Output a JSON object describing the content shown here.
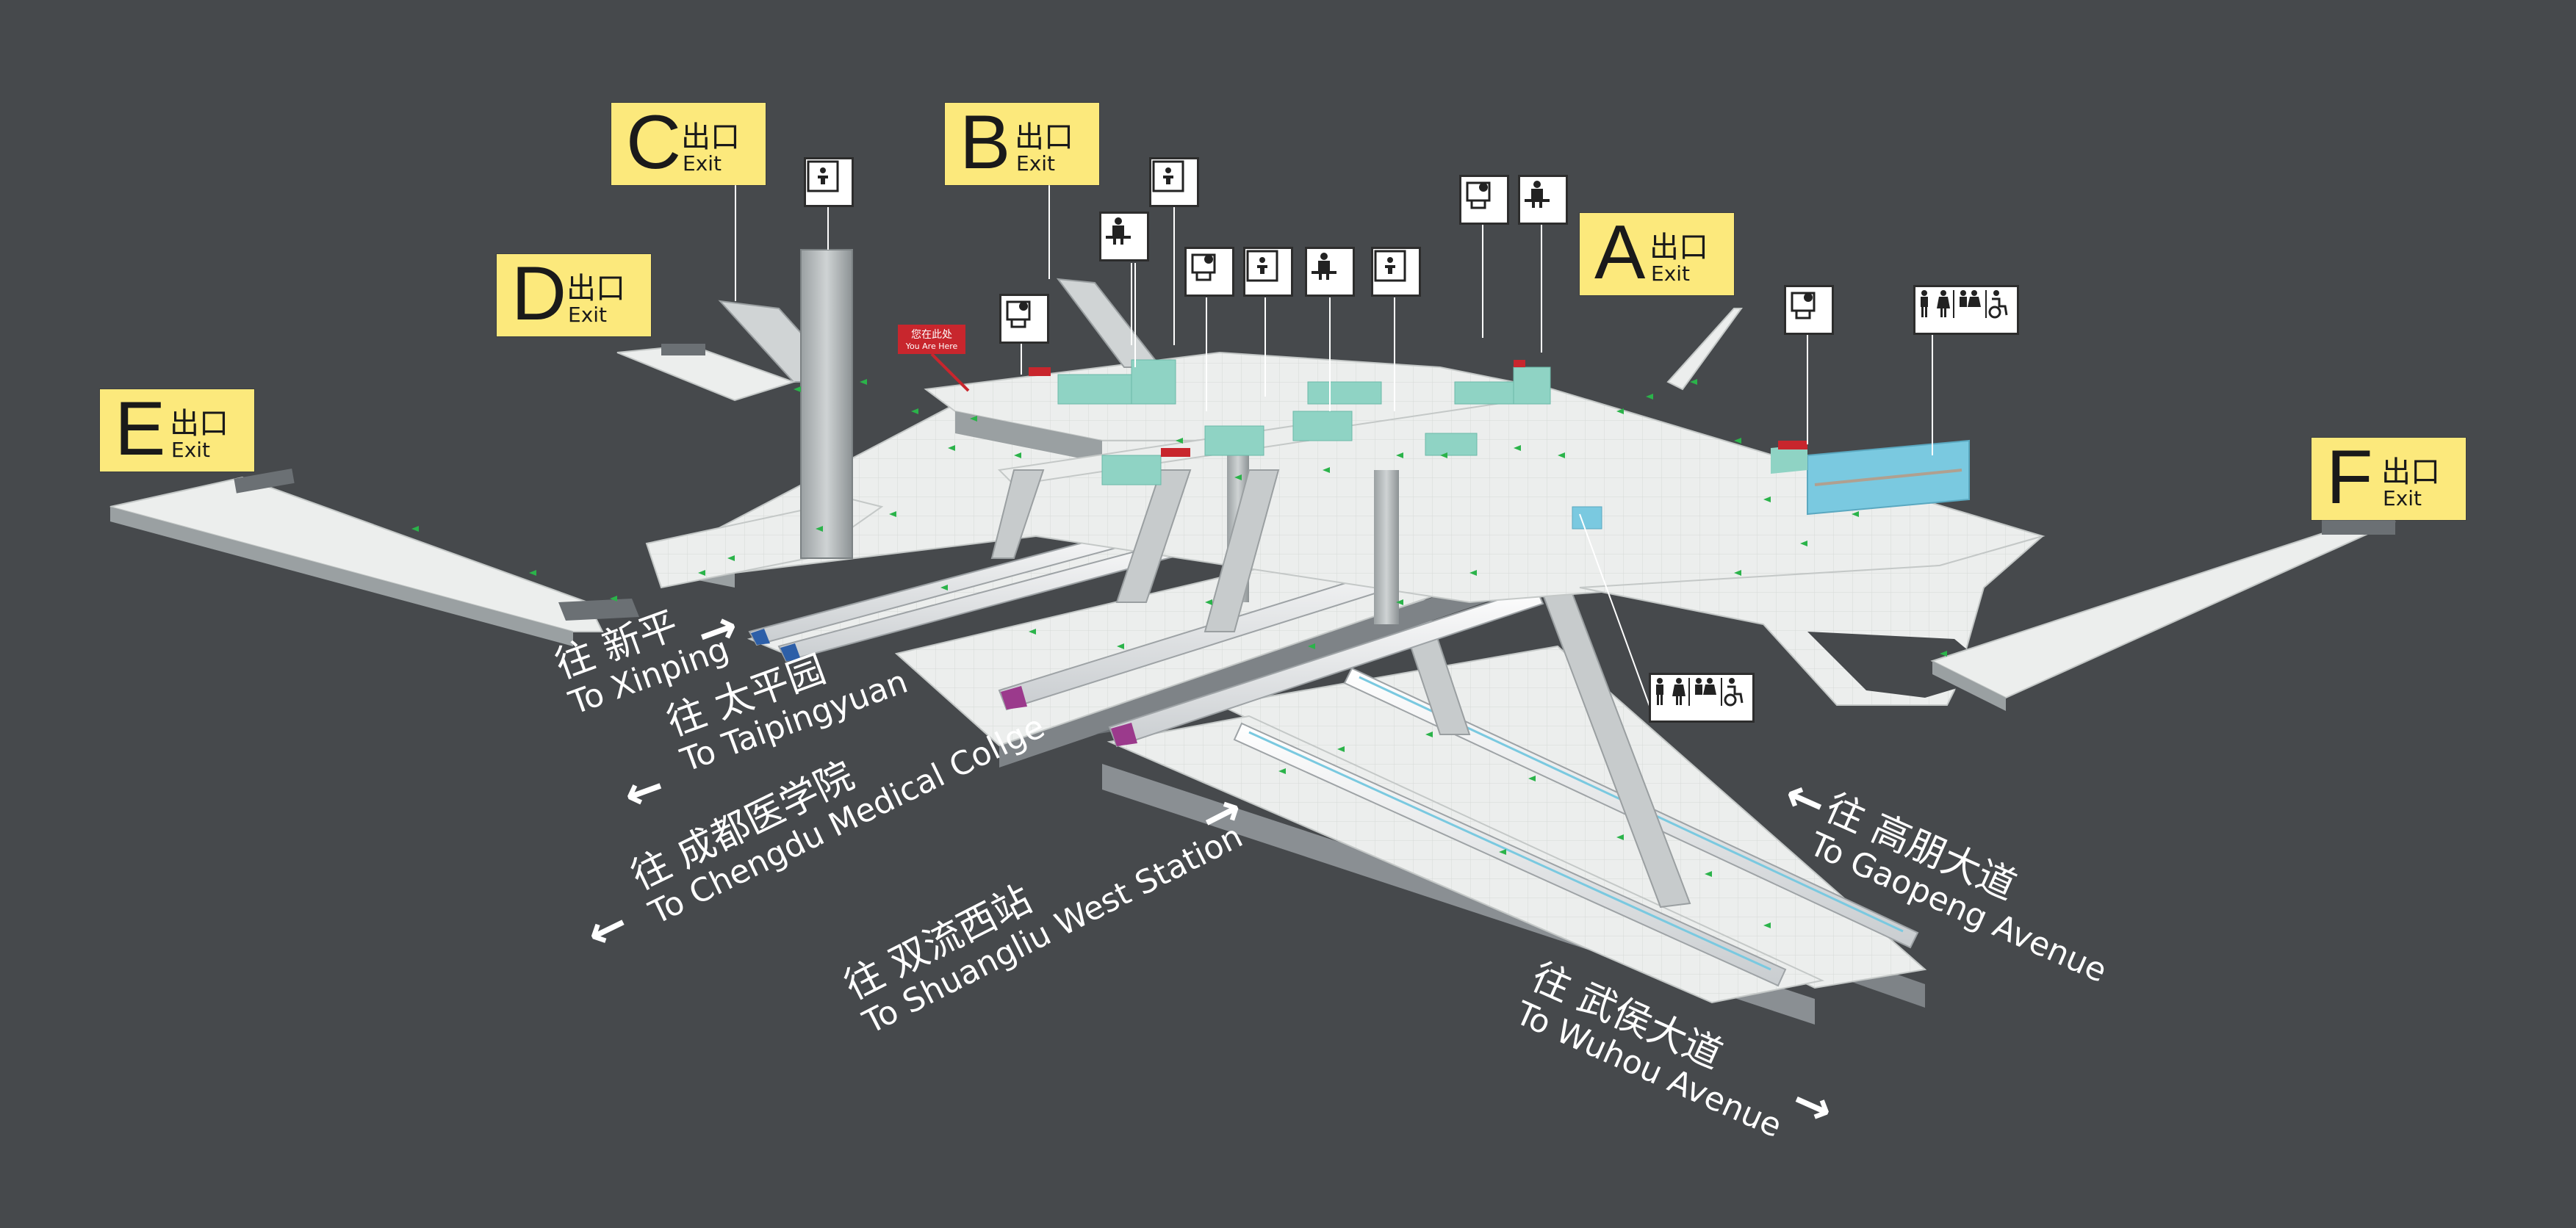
{
  "exits": [
    {
      "id": "A",
      "letter": "A",
      "zh": "出口",
      "en": "Exit"
    },
    {
      "id": "B",
      "letter": "B",
      "zh": "出口",
      "en": "Exit"
    },
    {
      "id": "C",
      "letter": "C",
      "zh": "出口",
      "en": "Exit"
    },
    {
      "id": "D",
      "letter": "D",
      "zh": "出口",
      "en": "Exit"
    },
    {
      "id": "E",
      "letter": "E",
      "zh": "出口",
      "en": "Exit"
    },
    {
      "id": "F",
      "letter": "F",
      "zh": "出口",
      "en": "Exit"
    }
  ],
  "you_are_here": {
    "zh": "您在此处",
    "en": "You Are Here"
  },
  "directions": [
    {
      "id": "xinping",
      "zh": "往 新平",
      "en": "To Xinping"
    },
    {
      "id": "taipingyuan",
      "zh": "往 太平园",
      "en": "To Taipingyuan"
    },
    {
      "id": "chengdu_medical",
      "zh": "往 成都医学院",
      "en": "To Chengdu Medical Collge"
    },
    {
      "id": "shuangliu_west",
      "zh": "往 双流西站",
      "en": "To Shuangliu West Station"
    },
    {
      "id": "gaopeng",
      "zh": "往 高朋大道",
      "en": "To Gaopeng Avenue"
    },
    {
      "id": "wuhou",
      "zh": "往 武侯大道",
      "en": "To Wuhou Avenue"
    }
  ],
  "icons": [
    {
      "name": "elevator-icon"
    },
    {
      "name": "elevator-icon"
    },
    {
      "name": "elevator-icon"
    },
    {
      "name": "elevator-icon"
    },
    {
      "name": "ticket-machine-icon"
    },
    {
      "name": "ticket-machine-icon"
    },
    {
      "name": "ticket-machine-icon"
    },
    {
      "name": "ticket-machine-icon"
    },
    {
      "name": "service-center-icon"
    },
    {
      "name": "service-center-icon"
    },
    {
      "name": "service-center-icon"
    },
    {
      "name": "restroom-icon"
    },
    {
      "name": "restroom-icon"
    }
  ],
  "colors": {
    "background": "#46494c",
    "exit_sign": "#fce97c",
    "floor": "#e8ebea",
    "gate": "#8fd3c4",
    "tech_room": "#7ac9e0",
    "line_blue": "#2d5fa8",
    "line_purple": "#9b3a8c",
    "you_here": "#c8262d"
  }
}
